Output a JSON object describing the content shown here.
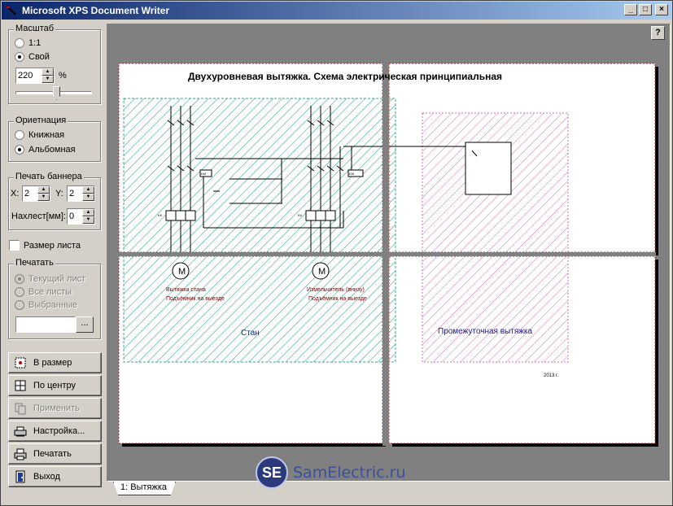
{
  "window": {
    "title": "Microsoft XPS Document Writer",
    "controls": {
      "minimize": "_",
      "maximize": "□",
      "close": "×"
    }
  },
  "scale": {
    "group_title": "Масштаб",
    "options": [
      "1:1",
      "Свой"
    ],
    "selected": "Свой",
    "zoom_value": "220",
    "zoom_unit": "%"
  },
  "orientation": {
    "group_title": "Ориетнация",
    "options": [
      "Книжная",
      "Альбомная"
    ],
    "selected": "Альбомная"
  },
  "banner": {
    "group_title": "Печать баннера",
    "x_label": "X:",
    "x_value": "2",
    "y_label": "Y:",
    "y_value": "2",
    "overlap_label": "Нахлест[мм]:",
    "overlap_value": "0"
  },
  "sheet_size": {
    "label": "Размер листа",
    "checked": false
  },
  "print_range": {
    "group_title": "Печатать",
    "options": [
      "Текущий лист",
      "Все листы",
      "Выбранные"
    ],
    "selected": "Текущий лист",
    "browse_label": "...",
    "selection_value": ""
  },
  "actions": {
    "fit": "В размер",
    "center": "По центру",
    "apply": "Применить",
    "setup": "Настройка...",
    "print": "Печатать",
    "exit": "Выход"
  },
  "preview": {
    "help_label": "?",
    "drawing_title": "Двухуровневая вытяжка. Схема электрическая принципиальная",
    "zone_left": "Стан",
    "zone_right": "Промежуточная вытяжка",
    "caption_left_1": "Вытяжка стана",
    "caption_left_2": "Подъёмник на выезде",
    "caption_right_1": "Измельчитель (внизу)",
    "caption_right_2": "Подъёмник на выезде",
    "date": "2013 г."
  },
  "tabs": [
    {
      "label": "1: Вытяжка",
      "active": true
    }
  ],
  "watermark": {
    "badge": "SE",
    "text": "SamElectric.ru"
  },
  "colors": {
    "titlebar_start": "#0a246a",
    "titlebar_end": "#a6caf0",
    "hatch_green": "#3aa88a",
    "hatch_pink": "#d070b0",
    "banner_border": "#d02020"
  }
}
